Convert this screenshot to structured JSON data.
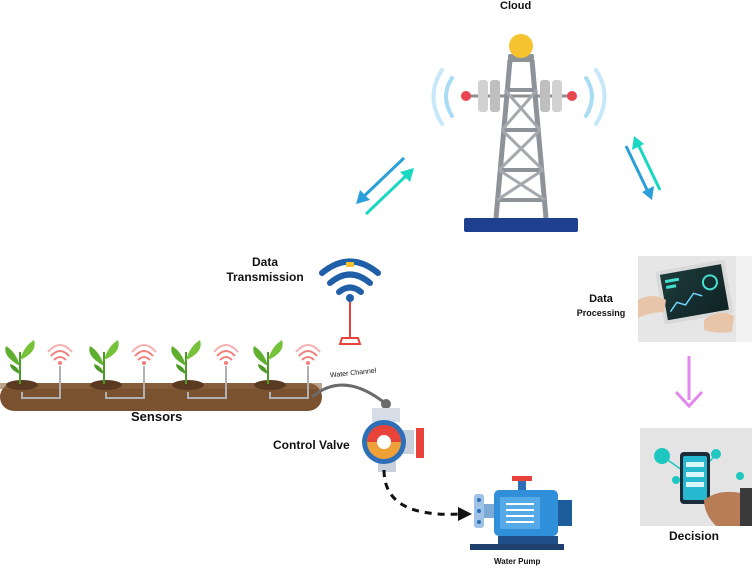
{
  "labels": {
    "cloud": "Cloud",
    "data_transmission_line1": "Data",
    "data_transmission_line2": "Transmission",
    "data_processing_line1": "Data",
    "data_processing_line2": "Processing",
    "sensors": "Sensors",
    "water_channel": "Water Channel",
    "control_valve": "Control Valve",
    "water_pump": "Water Pump",
    "decision": "Decision"
  },
  "icons": [
    "tower-icon",
    "wifi-antenna-icon",
    "tablet-photo-icon",
    "phone-photo-icon",
    "plant-icon",
    "signal-icon",
    "valve-icon",
    "pump-icon"
  ],
  "colors": {
    "arrow_teal": "#19d3c5",
    "arrow_blue": "#2a8fd6",
    "arrow_pink": "#e389ee",
    "soil": "#7a5230",
    "leaf": "#5fae2e",
    "tower_gray": "#9aa0a6",
    "tower_base": "#1f3f8f",
    "valve_red": "#e8433a",
    "pump_blue": "#2f8fd8"
  }
}
